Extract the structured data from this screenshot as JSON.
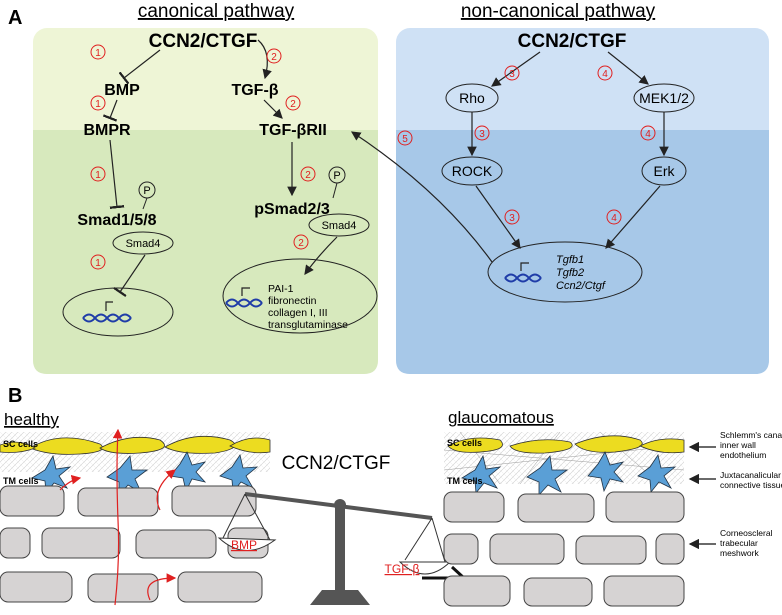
{
  "panel_a": {
    "label": "A",
    "canonical_title": "canonical pathway",
    "noncanonical_title": "non-canonical pathway",
    "ccn2_left": "CCN2/CTGF",
    "ccn2_right": "CCN2/CTGF",
    "bmp": "BMP",
    "bmpr": "BMPR",
    "tgfb": "TGF-β",
    "tgfbrii": "TGF-βRII",
    "smad158": "Smad1/5/8",
    "psmad23": "pSmad2/3",
    "p_left": "P",
    "p_right": "P",
    "smad4_left": "Smad4",
    "smad4_right": "Smad4",
    "targets_right": [
      "PAI-1",
      "fibronectin",
      "collagen I, III",
      "transglutaminase"
    ],
    "rho": "Rho",
    "rock": "ROCK",
    "mek": "MEK1/2",
    "erk": "Erk",
    "targets_noncanonical": [
      "Tgfb1",
      "Tgfb2",
      "Ccn2/Ctgf"
    ],
    "step_numbers": [
      "1",
      "2",
      "3",
      "4",
      "5"
    ]
  },
  "panel_b": {
    "label": "B",
    "healthy": "healthy",
    "glaucomatous": "glaucomatous",
    "sc_cells": "SC cells",
    "tm_cells": "TM cells",
    "balance_title": "CCN2/CTGF",
    "bmp": "BMP",
    "tgfb": "TGF-β",
    "legend": [
      [
        "Schlemm's canal",
        "inner wall",
        "endothelium"
      ],
      [
        "Juxtacanalicular",
        "connective tissue"
      ],
      [
        "Corneoscleral",
        "trabecular",
        "meshwork"
      ]
    ]
  },
  "colors": {
    "canonical_light": "#eef5d6",
    "canonical_dark": "#d7e9bd",
    "noncanonical_light": "#cfe1f5",
    "noncanonical_dark": "#a7c8e8",
    "step_red": "#e02020",
    "sc_yellow": "#ecdc20",
    "tm_blue": "#5a9fd6",
    "meshwork_grey": "#d6d3d3"
  }
}
